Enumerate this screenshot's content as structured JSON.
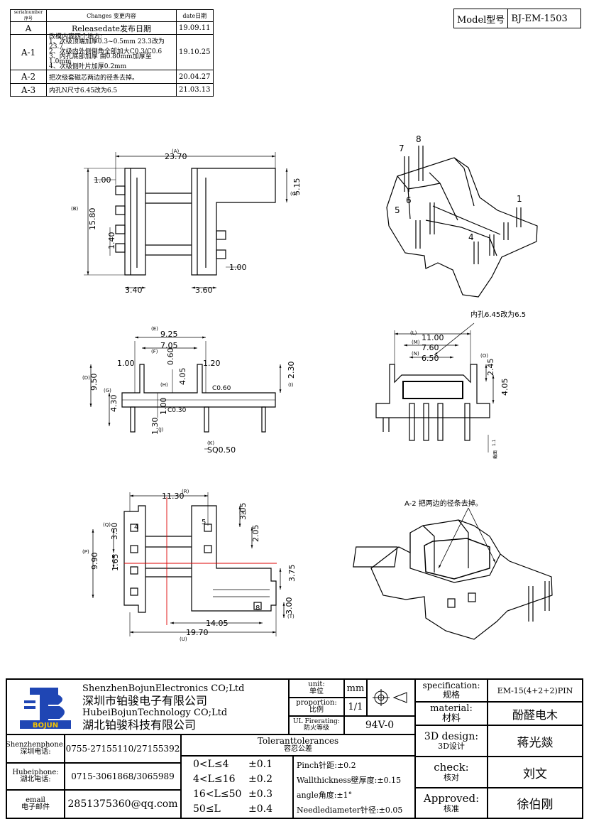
{
  "revision_table": {
    "headers": [
      "serialnumber序号",
      "Changes 变更内容",
      "date日期"
    ],
    "rows": [
      {
        "serial": "A",
        "change": "Releasedate发布日期",
        "date": "19.09.11"
      },
      {
        "serial": "A-1",
        "change_lines": [
          "改模内容四个地方:",
          "1、次级顶端加厚0.3~0.5mm 23.3改为23.7",
          "2、次级内外侧倒角全部加大C0.3/C0.6",
          "3、内孔底部加厚 由0.80mm加厚至1.0mm",
          "4、次级侧叶片加厚0.2mm"
        ],
        "date": "19.10.25"
      },
      {
        "serial": "A-2",
        "change": "把次级套磁芯两边的径条去掉。",
        "date": "20.04.27"
      },
      {
        "serial": "A-3",
        "change": "内孔N尺寸6.45改为6.5",
        "date": "21.03.13"
      }
    ]
  },
  "model": {
    "label": "Model型号",
    "value": "BJ-EM-1503"
  },
  "top_view": {
    "dims": {
      "A": "23.70",
      "c_top": "5.15",
      "left_1": "1.00",
      "height": "15.80",
      "mid": "1.40",
      "pin": "1.00",
      "w_left": "3.40",
      "w_right": "3.60"
    },
    "letters": {
      "A": "(A)",
      "B": "(B)",
      "C": "(C)"
    }
  },
  "front_view": {
    "dims": {
      "E": "9.25",
      "7": "7.05",
      "F": "0.60",
      "left": "1.00",
      "right": "1.20",
      "H": "4.05",
      "D": "9.50",
      "I": "2.30",
      "G": "4.30",
      "c06": "C0.60",
      "c03": "C0.30",
      "mid": "1.00",
      "J": "1.30",
      "K": "SQ0.50"
    },
    "letters": {
      "E": "(E)",
      "F": "(F)",
      "H": "(H)",
      "D": "(D)",
      "I": "(I)",
      "G": "(G)",
      "J": "(J)",
      "K": "(K)"
    }
  },
  "section_view": {
    "note": "内孔6.45改为6.5",
    "dims": {
      "L": "11.00",
      "M": "7.60",
      "N": "6.50",
      "O": "2.45",
      "h": "4.05"
    },
    "letters": {
      "L": "(L)",
      "M": "(M)",
      "N": "(N)",
      "O": "(O)"
    },
    "side_note": "截面",
    "side_dim": "1.1"
  },
  "bottom_view": {
    "dims": {
      "R": "11.30",
      "S": "3.05",
      "Q": "3.30",
      "P": "9.90",
      "mid": "1.65",
      "two": "2.05",
      "3_75": "3.75",
      "T": "3.00",
      "U": "19.70",
      "b": "14.05"
    },
    "letters": {
      "R": "(R)",
      "S": "(S)",
      "Q": "(Q)",
      "P": "(P)",
      "T": "(T)",
      "U": "(U)"
    },
    "pins": [
      "4",
      "5",
      "8"
    ]
  },
  "iso_views": {
    "pins_top": [
      "7",
      "8",
      "6",
      "5",
      "1",
      "4"
    ],
    "note_bottom": "A-2 把两边的径条去掉。"
  },
  "title_block": {
    "company": [
      "ShenzhenBojunElectronics CO;Ltd",
      "深圳市铂骏电子有限公司",
      "HubeiBojunTechnology CO;Ltd",
      "湖北铂骏科技有限公司"
    ],
    "logo_text": "BOJUN",
    "unit_label": [
      "unit:",
      "单位"
    ],
    "unit_value": "mm",
    "proportion_label": [
      "proportion:",
      "比例"
    ],
    "proportion_value": "1/1",
    "fire_label": [
      "UL Firerating:",
      "防火等级"
    ],
    "fire_value": "94V-0",
    "spec_label": [
      "specification:",
      "规格"
    ],
    "spec_value": "EM-15(4+2+2)PIN",
    "material_label": [
      "material:",
      "材料"
    ],
    "material_value": "酚醛电木",
    "design_label": [
      "3D design:",
      "3D设计"
    ],
    "design_value": "蒋光燚",
    "check_label": [
      "check:",
      "核对"
    ],
    "check_value": "刘文",
    "approved_label": [
      "Approved:",
      "核准"
    ],
    "approved_value": "徐伯刚",
    "contacts": [
      {
        "label": [
          "Shenzhenphone:",
          "深圳电话:"
        ],
        "value": "0755-27155110/27155392"
      },
      {
        "label": [
          "Hubeiphone:",
          "湖北电话:"
        ],
        "value": "0715-3061868/3065989"
      },
      {
        "label": [
          "email",
          "电子邮件"
        ],
        "value": "2851375360@qq.com"
      }
    ],
    "tolerance_title": [
      "Toleranttolerances",
      "容忍公差"
    ],
    "tolerances": [
      {
        "range": "0<L≤4",
        "tol": "±0.1"
      },
      {
        "range": "4<L≤16",
        "tol": "±0.2"
      },
      {
        "range": "16<L≤50",
        "tol": "±0.3"
      },
      {
        "range": "50≤L",
        "tol": "±0.4"
      }
    ],
    "tol_notes": [
      "Pinch针距:±0.2",
      "Wallthickness壁厚度:±0.15",
      "angle角度:±1°",
      "Needlediameter针径:±0.05"
    ]
  }
}
